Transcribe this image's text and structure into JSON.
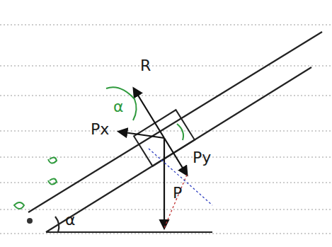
{
  "diagram": {
    "labels": [
      "R",
      "Px",
      "Py",
      "P",
      "α",
      "α"
    ]
  }
}
